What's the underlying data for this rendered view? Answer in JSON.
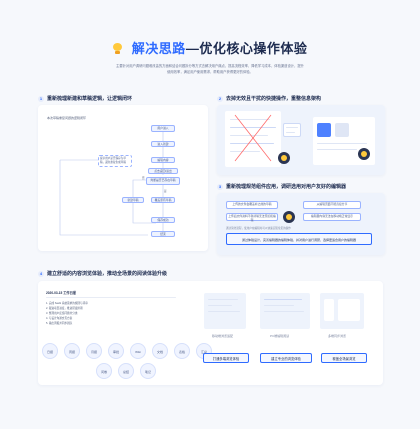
{
  "header": {
    "title_blue": "解决思路",
    "title_sep": "—",
    "title_dark": "优化核心操作体验",
    "intro": "主要针对用户调研问题难改善的方面和结合问题拆分等方式去解决用户痛点，提高流程效率，降低学习成本，体验渠道设计，提升使用效率，满足用户使用需求，帮助用户获得更好的体验。"
  },
  "sections": {
    "s1": {
      "num": "1",
      "title": "重新梳理新建和草稿逻辑，让逻辑闭环"
    },
    "s2": {
      "num": "2",
      "title": "去掉无效且干扰的快捷操作，重整信息架构"
    },
    "s3": {
      "num": "3",
      "title": "重新梳理规范组件应用，调研选用对用户友好的编辑器"
    },
    "s4": {
      "num": "4",
      "title": "建立舒适的内容浏览体验，推动全场景的阅读体验升级"
    }
  },
  "flow": {
    "label": "本次草稿重复问题的逻辑闭环",
    "nodes": [
      "用户进入",
      "进入新建",
      "编辑内容",
      "点击返回/退出",
      "判断是否已存在草稿",
      "是",
      "否",
      "覆盖原有草稿",
      "新建草稿",
      "保存成功",
      "结束"
    ],
    "side_note": "提示用户是否保存为草稿，避免重复生成草稿"
  },
  "s3_content": {
    "left_notes": [
      "上传的文件会覆盖掉之前的草稿",
      "上传后文件资料不够清晰无法预览和编辑"
    ],
    "right_notes": [
      "从编辑页面不能直接分享",
      "编辑器内容无法在移动端正常显示"
    ],
    "bottom_note": "通过简化流程，使用户在编辑时可以快速实现常见的操作",
    "highlight": "通过体验设计，完善编辑器的编辑体验，并对用户进行调研，选择更适合用户的编辑器"
  },
  "s4_content": {
    "doc_title": "2020-03-15 工作日报",
    "doc_lines": [
      "1. 完成 SaaS 系统需求的梳理与评审",
      "2. 跟进项目进度，推进研发排期",
      "3. 整理用户反馈问题并分类",
      "4. 与设计沟通交互方案",
      "5. 输出周报并同步团队"
    ],
    "tags": [
      "日报",
      "周报",
      "月报",
      "审批",
      "Wiki",
      "文档",
      "表格",
      "汇总",
      "问卷",
      "总结",
      "笔记"
    ],
    "captions": [
      "移动端浏览适配",
      "PC端编辑阅读",
      "多端同步浏览"
    ],
    "buttons": [
      "打通多端浏览体验",
      "建立专业的浏览体验",
      "覆盖全场景浏览"
    ]
  },
  "colors": {
    "accent": "#2f6bff",
    "dark": "#1d2b4f",
    "bg": "#f6f8fc"
  }
}
